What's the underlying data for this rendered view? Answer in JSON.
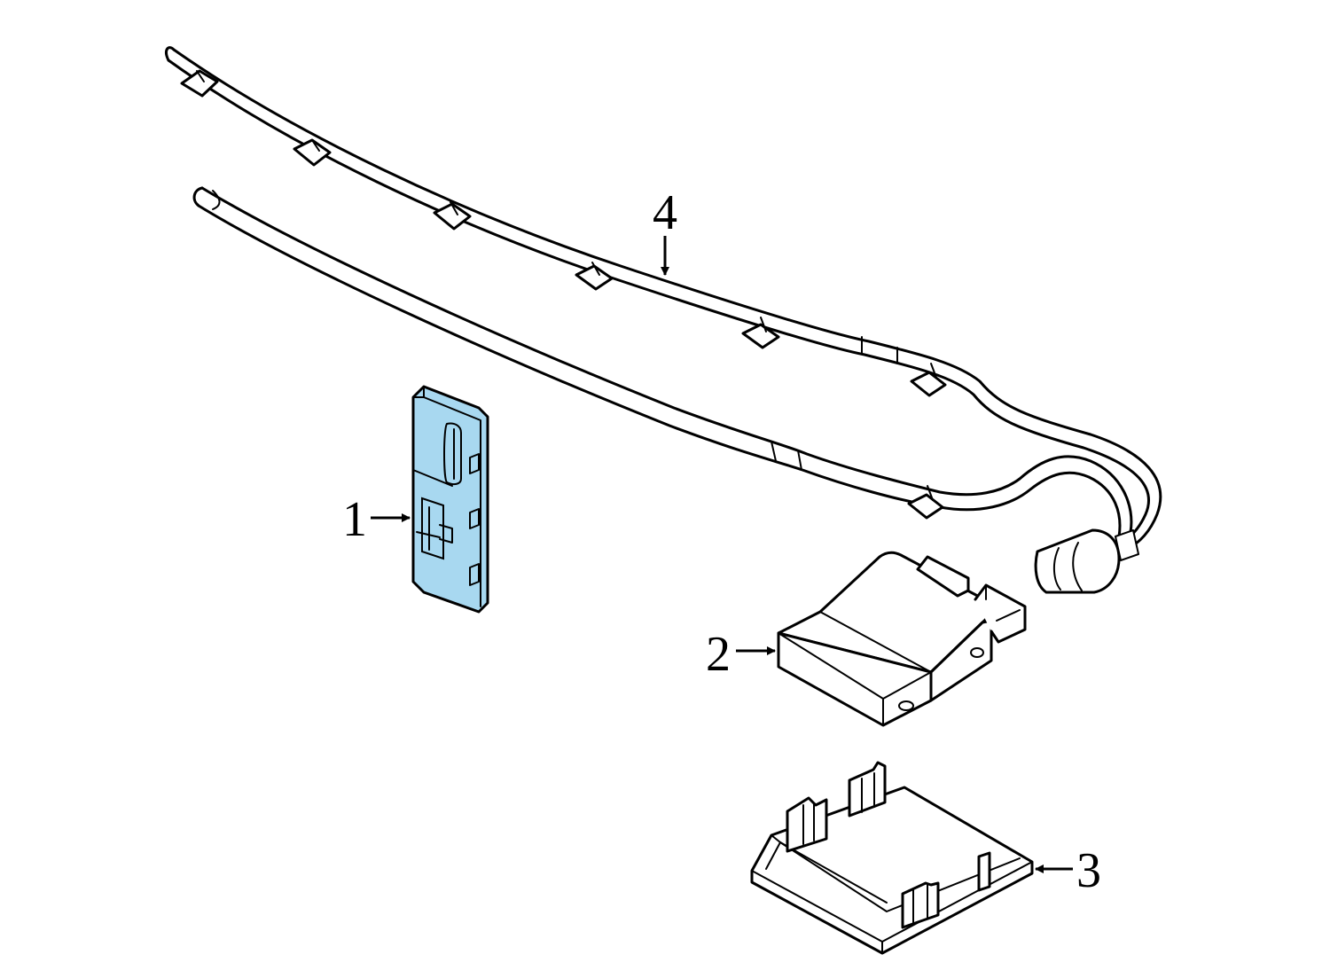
{
  "colors": {
    "background": "#ffffff",
    "line": "#000000",
    "highlight": "#a8d8f0"
  },
  "callouts": {
    "item1": "1",
    "item2": "2",
    "item3": "3",
    "item4": "4"
  }
}
